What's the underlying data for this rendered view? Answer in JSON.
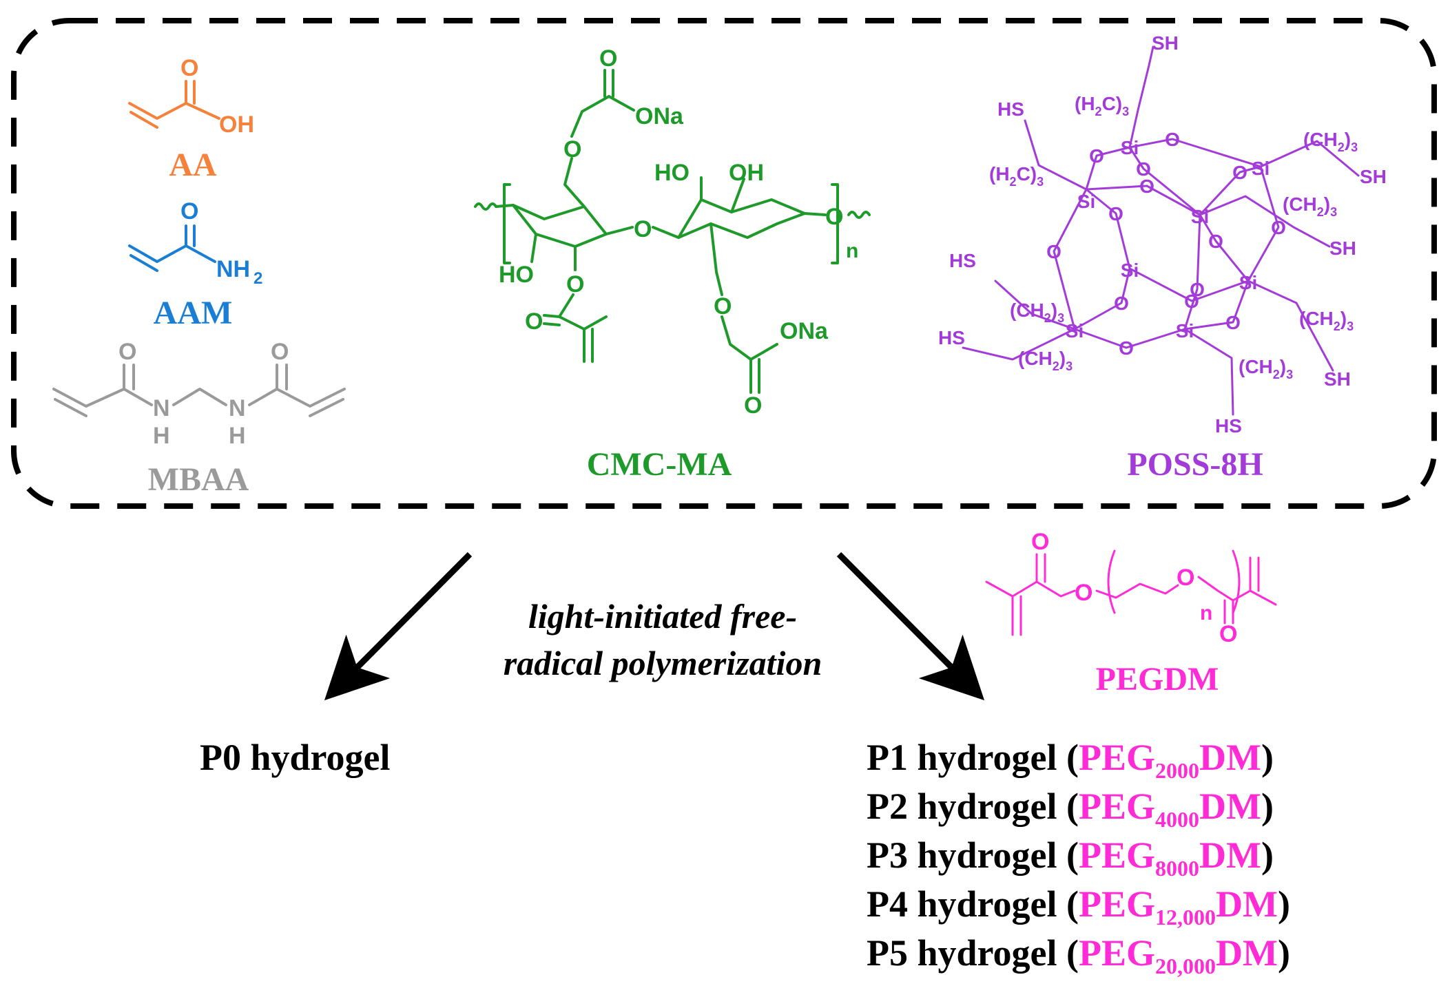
{
  "colors": {
    "aa": "#f5813a",
    "aam": "#1a7fd4",
    "mbaa": "#9a9a9a",
    "cmc": "#1e9a2a",
    "poss": "#a33bd8",
    "peg": "#ff2bd6",
    "text": "#000000"
  },
  "monomers": {
    "aa": {
      "name": "AA",
      "atoms": {
        "o": "O",
        "oh": "OH"
      }
    },
    "aam": {
      "name": "AAM",
      "atoms": {
        "o": "O",
        "nh": "NH",
        "sub": "2"
      }
    },
    "mbaa": {
      "name": "MBAA",
      "atoms": {
        "o1": "O",
        "o2": "O",
        "n1": "N",
        "n2": "N",
        "h1": "H",
        "h2": "H"
      }
    },
    "cmc": {
      "name": "CMC-MA",
      "atoms": {
        "o_top": "O",
        "ona_top": "ONa",
        "o_ether_top": "O",
        "ho_1": "HO",
        "oh_1": "OH",
        "o_bridge": "O",
        "o_right": "O",
        "ho_left": "HO",
        "o_ester": "O",
        "o_carbonyl": "O",
        "o_ether_bot": "O",
        "ona_bot": "ONa",
        "o_bot": "O",
        "n": "n"
      }
    },
    "poss": {
      "name": "POSS-8H",
      "atoms": {
        "si": "Si",
        "o": "O",
        "sh": "SH",
        "hs": "HS",
        "ch2": "(CH",
        "h2c": "(H",
        "c": "C",
        "sub2": "2",
        "sub3": "3",
        "close": ")"
      }
    },
    "pegdm": {
      "name": "PEGDM",
      "atoms": {
        "o1": "O",
        "o2": "O",
        "o3": "O",
        "o4": "O",
        "n": "n"
      }
    }
  },
  "reaction": {
    "line1": "light-initiated free-",
    "line2": "radical polymerization"
  },
  "products": {
    "p0": "P0 hydrogel",
    "list": [
      {
        "label": "P1 hydrogel (",
        "peg": "PEG",
        "sub": "2000",
        "dm": "DM",
        "close": ")"
      },
      {
        "label": "P2 hydrogel (",
        "peg": "PEG",
        "sub": "4000",
        "dm": "DM",
        "close": ")"
      },
      {
        "label": "P3 hydrogel (",
        "peg": "PEG",
        "sub": "8000",
        "dm": "DM",
        "close": ")"
      },
      {
        "label": "P4 hydrogel (",
        "peg": "PEG",
        "sub": "12,000",
        "dm": "DM",
        "close": ")"
      },
      {
        "label": "P5 hydrogel (",
        "peg": "PEG",
        "sub": "20,000",
        "dm": "DM",
        "close": ")"
      }
    ]
  }
}
